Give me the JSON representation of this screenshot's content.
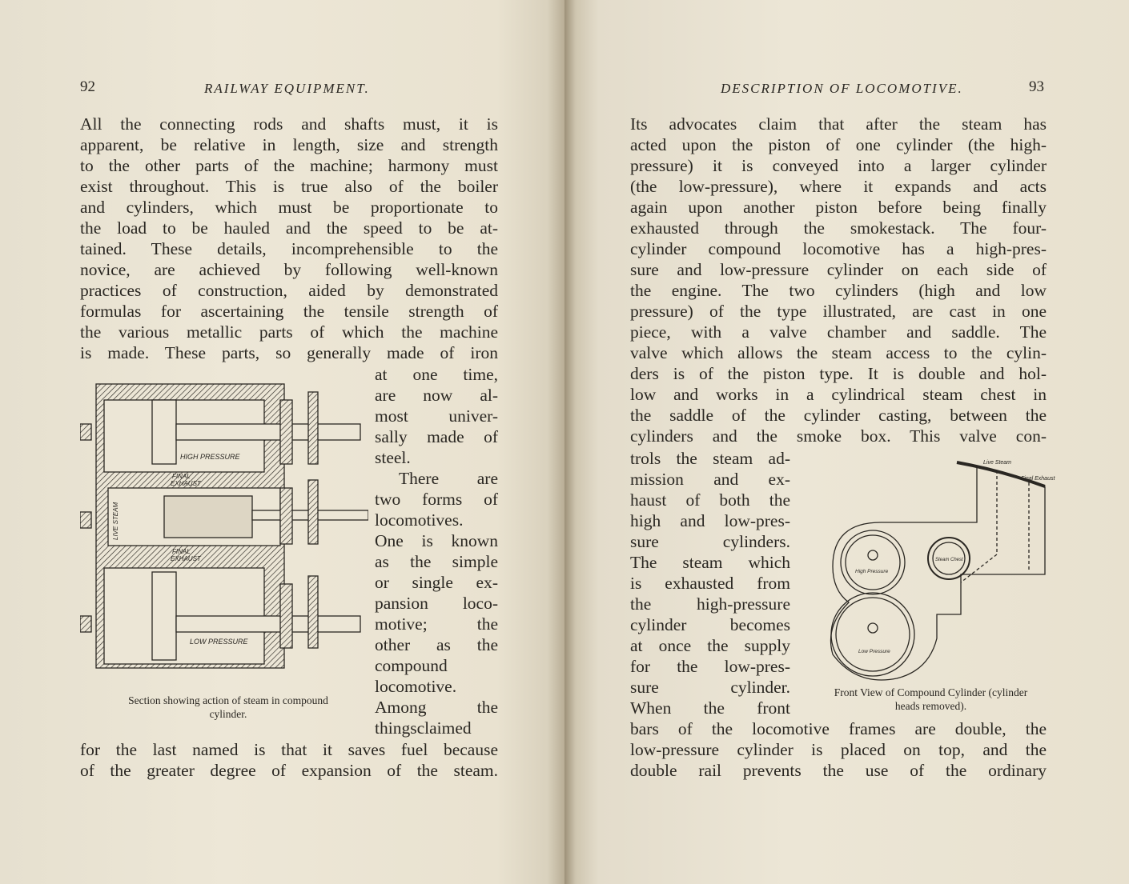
{
  "left_page": {
    "page_number": "92",
    "running_head": "RAILWAY EQUIPMENT.",
    "full_lines_top": [
      "All the connecting rods and shafts must, it is",
      "apparent, be relative in length, size and strength",
      "to the other parts of the machine; harmony must",
      "exist throughout. This is true also of the boiler",
      "and cylinders, which must be proportionate to",
      "the load to be hauled and the speed to be at-",
      "tained. These details, incomprehensible to the",
      "novice, are achieved by following well-known",
      "practices of construction, aided by demonstrated",
      "formulas for ascertaining the tensile strength of",
      "the various metallic parts of which the machine",
      "is made. These parts, so generally made of iron"
    ],
    "narrow_lines": [
      "at one time,",
      "are now al-",
      "most univer-",
      "sally made of",
      "steel.",
      "There are",
      "two forms of",
      "locomotives.",
      "One is known",
      "as the simple",
      "or single ex-",
      "pansion loco-",
      "motive; the",
      "other as the",
      "compound",
      "locomotive.",
      "Among the",
      "thingsclaimed"
    ],
    "full_lines_bottom": [
      "for the last named is that it saves fuel because",
      "of the greater degree of expansion of the steam."
    ],
    "figure": {
      "caption_line1": "Section showing action of steam in compound",
      "caption_line2": "cylinder.",
      "labels": {
        "high_pressure": "HIGH PRESSURE",
        "final_exhaust_top_1": "FINAL",
        "final_exhaust_top_2": "EXHAUST",
        "live_steam": "LIVE STEAM",
        "final_exhaust_bottom_1": "FINAL",
        "final_exhaust_bottom_2": "EXHAUST",
        "low_pressure": "LOW PRESSURE"
      }
    }
  },
  "right_page": {
    "page_number": "93",
    "running_head": "DESCRIPTION OF LOCOMOTIVE.",
    "full_lines_top": [
      "Its advocates claim that after the steam has",
      "acted upon the piston of one cylinder (the high-",
      "pressure) it is conveyed into a larger cylinder",
      "(the low-pressure), where it expands and acts",
      "again upon another piston before being finally",
      "exhausted through the smokestack. The four-",
      "cylinder compound locomotive has a high-pres-",
      "sure and low-pressure cylinder on each side of",
      "the engine. The two cylinders (high and low",
      "pressure) of the type illustrated, are cast in one",
      "piece, with a valve chamber and saddle. The",
      "valve which allows the steam access to the cylin-",
      "ders is of the piston type. It is double and hol-",
      "low and works in a cylindrical steam chest in",
      "the saddle of the cylinder casting, between the",
      "cylinders and the smoke box. This valve con-"
    ],
    "narrow_lines": [
      "trols the steam ad-",
      "mission and ex-",
      "haust of both the",
      "high and low-pres-",
      "sure cylinders.",
      "The steam which",
      "is exhausted from",
      "the high-pressure",
      "cylinder becomes",
      "at once the supply",
      "for the low-pres-",
      "sure cylinder.",
      "When the front"
    ],
    "full_lines_bottom": [
      "bars of the locomotive frames are double, the",
      "low-pressure cylinder is placed on top, and the",
      "double rail prevents the use of the ordinary"
    ],
    "figure": {
      "caption_line1": "Front View of Compound Cylinder (cylinder",
      "caption_line2": "heads removed).",
      "labels": {
        "live_steam": "Live Steam",
        "final_exhaust": "Final Exhaust",
        "high_pressure": "High Pressure",
        "steam_chest": "Steam Chest",
        "low_pressure": "Low Pressure"
      }
    }
  },
  "colors": {
    "paper": "#ece6d6",
    "ink": "#2a2722"
  }
}
